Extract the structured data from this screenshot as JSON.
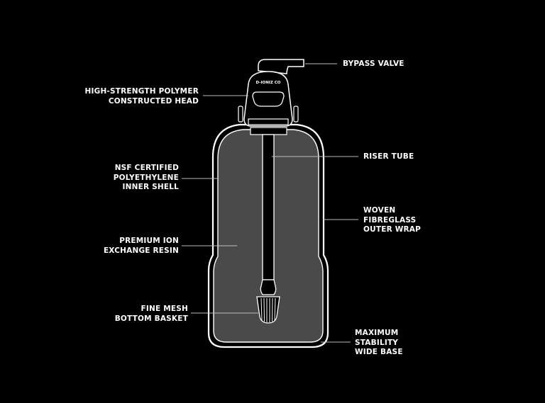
{
  "diagram": {
    "brand_mark": "D-IONIZ CO",
    "callouts": {
      "bypass_valve": [
        "BYPASS VALVE"
      ],
      "head": [
        "HIGH-STRENGTH POLYMER",
        "CONSTRUCTED HEAD"
      ],
      "inner_shell": [
        "NSF CERTIFIED",
        "POLYETHYLENE",
        "INNER SHELL"
      ],
      "riser_tube": [
        "RISER TUBE"
      ],
      "outer_wrap": [
        "WOVEN",
        "FIBREGLASS",
        "OUTER WRAP"
      ],
      "resin": [
        "PREMIUM ION",
        "EXCHANGE RESIN"
      ],
      "basket": [
        "FINE MESH",
        "BOTTOM BASKET"
      ],
      "base": [
        "MAXIMUM",
        "STABILITY",
        "WIDE BASE"
      ]
    },
    "colors": {
      "background": "#000000",
      "outline": "#ffffff",
      "tank_fill": "#4a4a4a",
      "leader_line": "#bdbdbd"
    }
  }
}
